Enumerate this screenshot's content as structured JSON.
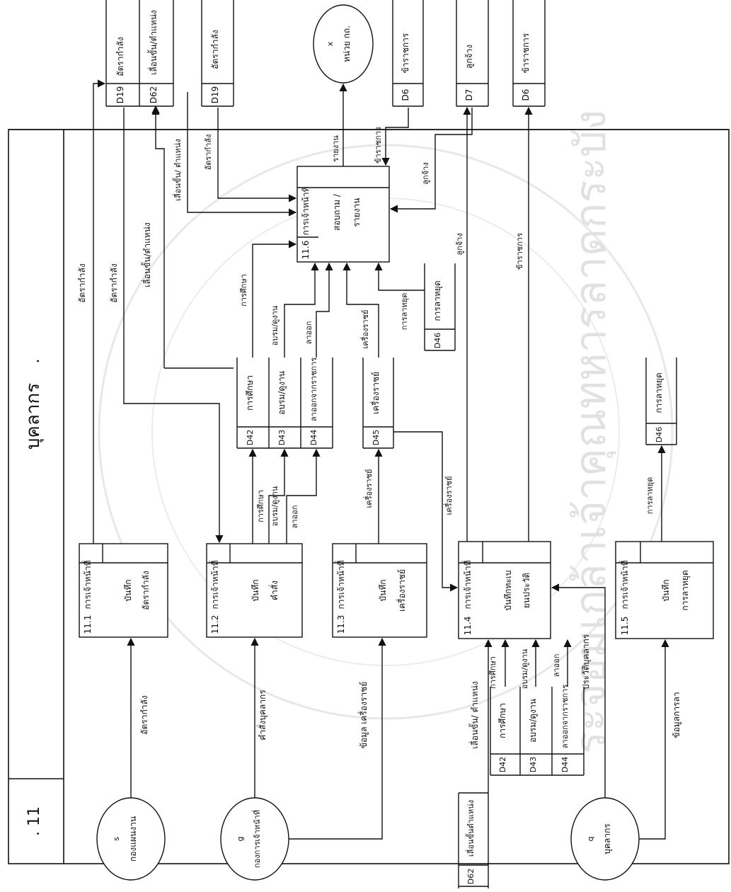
{
  "header": {
    "title": "บุคลากร",
    "dot": ".",
    "diagram_number": ". 11"
  },
  "watermark": {
    "text": "ระจอมเกล้าเจ้าคุณทหารลาดกระบัง"
  },
  "processes": [
    {
      "number": "11.1",
      "actor": "การเจ้าหน้าที่",
      "name": [
        "บันทึก",
        "อัตรากำลัง"
      ]
    },
    {
      "number": "11.2",
      "actor": "การเจ้าหน้าที่",
      "name": [
        "บันทึก",
        "คำสั่ง"
      ]
    },
    {
      "number": "11.3",
      "actor": "การเจ้าหน้าที่",
      "name": [
        "บันทึก",
        "เครื่องราชย์"
      ]
    },
    {
      "number": "11.4",
      "actor": "การเจ้าหน้าที่",
      "name": [
        "บันทึกทะเบ",
        "ยนประวัติ"
      ]
    },
    {
      "number": "11.5",
      "actor": "การเจ้าหน้าที่",
      "name": [
        "บันทึก",
        "การลาหยุด"
      ]
    },
    {
      "number": "11.6",
      "actor": "การเจ้าหน้าที่",
      "name": [
        "สอบถาม /",
        "รายงาน"
      ]
    }
  ],
  "externals": [
    {
      "letter": "s",
      "name": "กองแผนงาน"
    },
    {
      "letter": "g",
      "name": "กองการเจ้าหน้าที่"
    },
    {
      "letter": "q",
      "name": "บุคลากร"
    },
    {
      "letter": "x",
      "name": "หน่วย กถ."
    }
  ],
  "stores": {
    "top_d19": {
      "id": "D19",
      "name": "อัตรากำลัง"
    },
    "top_d62": {
      "id": "D62",
      "name": "เลื่อนขั้น/ตำแหน่ง"
    },
    "top_d19b": {
      "id": "D19",
      "name": "อัตรากำลัง"
    },
    "top_d6a": {
      "id": "D6",
      "name": "ข้าราชการ"
    },
    "top_d7": {
      "id": "D7",
      "name": "ลูกจ้าง"
    },
    "top_d6b": {
      "id": "D6",
      "name": "ข้าราชการ"
    },
    "mid_d42": {
      "id": "D42",
      "name": "การศึกษา"
    },
    "mid_d43": {
      "id": "D43",
      "name": "อบรม/ดูงาน"
    },
    "mid_d44": {
      "id": "D44",
      "name": "ลาออกจากราชการ"
    },
    "mid_d45": {
      "id": "D45",
      "name": "เครื่องราชย์"
    },
    "mid_d46": {
      "id": "D46",
      "name": "การลาหยุด"
    },
    "low_d46": {
      "id": "D46",
      "name": "การลาหยุด"
    },
    "bot_d42": {
      "id": "D42",
      "name": "การศึกษา"
    },
    "bot_d43": {
      "id": "D43",
      "name": "อบรม/ดูงาน"
    },
    "bot_d44": {
      "id": "D44",
      "name": "ลาออกจากราชการ"
    },
    "bot_d62": {
      "id": "D62",
      "name": "เลื่อนขั้นตำแหน่ง"
    }
  },
  "flows": {
    "in_11_1": "อัตรากำลัง",
    "in_11_2": "คำสั่งบุคลากร",
    "in_11_3": "ข้อมูล เครื่องราชย์",
    "in_11_4_a": "เลื่อนขั้น/ ตำแหน่ง",
    "in_11_4_b": "การศึกษา",
    "in_11_4_c": "อบรม/ดูงาน",
    "in_11_4_d": "ลาออก",
    "in_11_4_e": "ประวัติบุคลากร",
    "in_11_5": "ข้อมูลการลา",
    "out_11_1_a": "อัตรากำลัง",
    "out_11_1_b": "อัตรากำลัง",
    "out_11_2_a": "การศึกษา",
    "out_11_2_b": "อบรม/ดูงาน",
    "out_11_2_c": "ลาออก",
    "out_11_2_d": "เลื่อนขั้น/ตำแหน่ง",
    "out_11_3": "เครื่องราชย์",
    "out_d45_11_4": "เครื่องราชย์",
    "out_11_5": "การลาหยุด",
    "to_11_6_a": "การศึกษา",
    "to_11_6_b": "อบรม/ดูงาน",
    "to_11_6_c": "ลาออก",
    "to_11_6_d": "เครื่องราชย์",
    "to_11_6_e": "การลาหยุด",
    "to_11_6_f": "เลื่อนขั้น/ ตำแหน่ง",
    "to_11_6_g": "อัตรากำลัง",
    "to_11_6_h": "ข้าราชการ",
    "to_11_6_i": "ลูกจ้าง",
    "out_11_6": "รายงาน",
    "out_11_4_a": "ลูกจ้าง",
    "out_11_4_b": "ข้าราชการ",
    "bot_d42_label": "การศึกษา",
    "bot_d43_label": "อบรม/ดูงาน",
    "bot_d44_label": "ลาออก"
  }
}
